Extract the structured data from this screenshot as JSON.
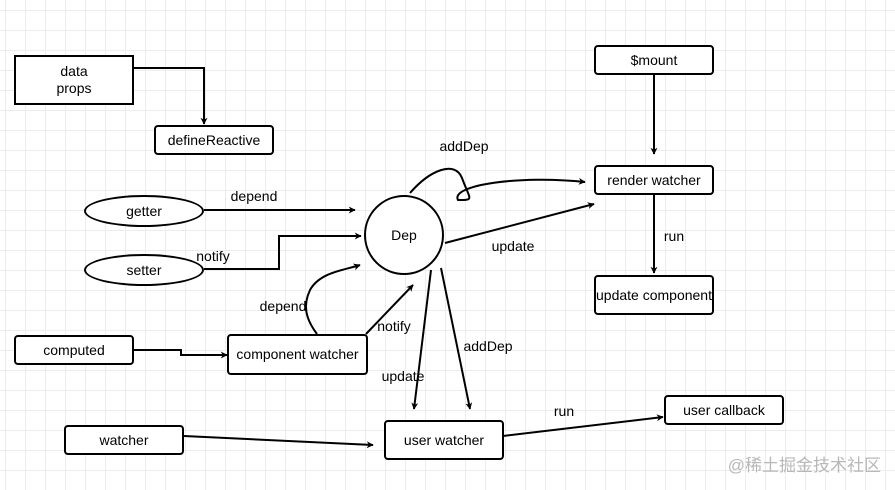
{
  "nodes": {
    "data_props": [
      "data",
      "props"
    ],
    "define_reactive": "defineReactive",
    "getter": "getter",
    "setter": "setter",
    "dep": "Dep",
    "computed": "computed",
    "component_watcher": "component watcher",
    "watcher": "watcher",
    "user_watcher": "user watcher",
    "mount": "$mount",
    "render_watcher": "render watcher",
    "update_component": "update component",
    "user_callback": "user callback"
  },
  "edge_labels": {
    "getter_depend": "depend",
    "setter_notify": "notify",
    "dep_add_dep_render": "addDep",
    "dep_update_render": "update",
    "render_run": "run",
    "component_depend": "depend",
    "component_notify": "notify",
    "dep_update_user": "update",
    "dep_add_dep_user": "addDep",
    "user_run": "run"
  },
  "watermark": "@稀土掘金技术社区"
}
